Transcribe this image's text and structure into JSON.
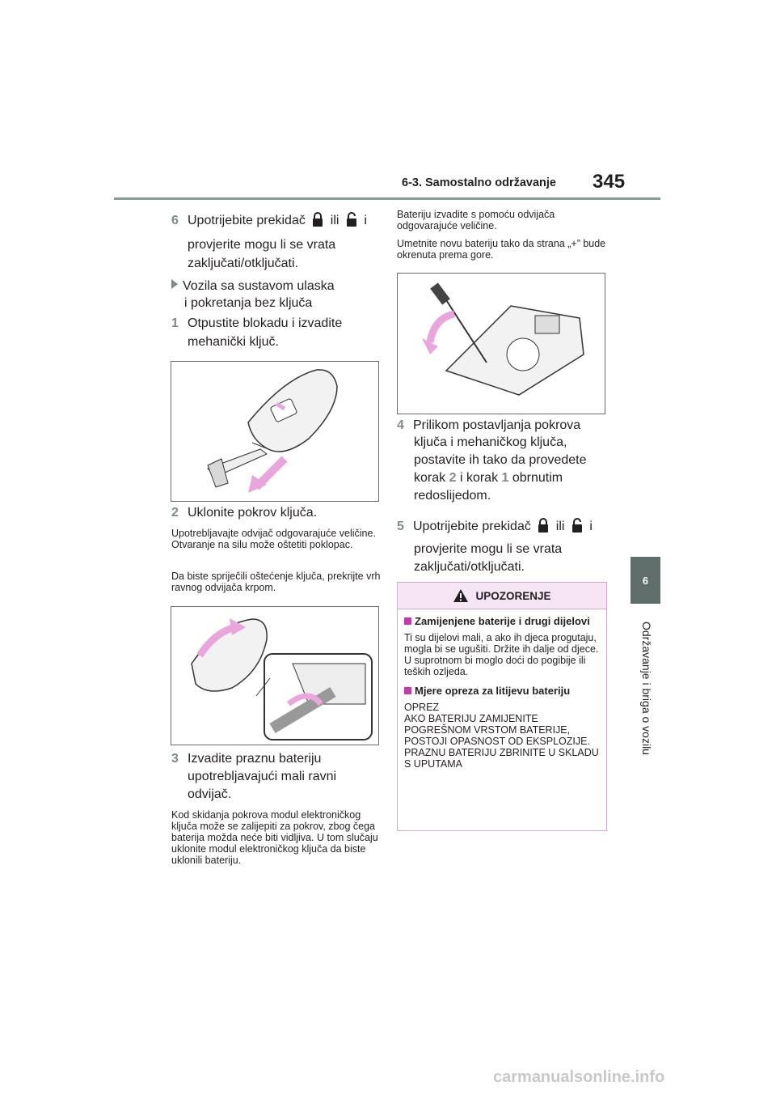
{
  "header": {
    "section": "6-3. Samostalno održavanje",
    "page_number": "345"
  },
  "side_tab": {
    "number": "6",
    "label": "Održavanje i briga o vozilu"
  },
  "left": {
    "step6": {
      "num": "6",
      "line1_a": "Upotrijebite prekidač",
      "line1_b": "ili",
      "line1_c": "i",
      "line2": "provjerite mogu li se vrata",
      "line3": "zaključati/otključati."
    },
    "subheading": {
      "line1": "Vozila sa sustavom ulaska",
      "line2": "i pokretanja bez ključa"
    },
    "step1": {
      "num": "1",
      "line1": "Otpustite blokadu i izvadite",
      "line2": "mehanički ključ."
    },
    "step2": {
      "num": "2",
      "line1": "Uklonite pokrov ključa."
    },
    "note2a": "Upotrebljavajte odvijač odgovarajuće veličine. Otvaranje na silu može oštetiti poklopac.",
    "note2b": "Da biste spriječili oštećenje ključa, prekrijte vrh ravnog odvijača krpom.",
    "step3": {
      "num": "3",
      "line1": "Izvadite praznu bateriju",
      "line2": "upotrebljavajući mali ravni",
      "line3": "odvijač."
    },
    "note3": "Kod skidanja pokrova modul elektroničkog ključa može se zalijepiti za pokrov, zbog čega baterija možda neće biti vidljiva. U tom slučaju uklonite modul elektroničkog ključa da biste uklonili bateriju."
  },
  "right": {
    "note_a": "Bateriju izvadite s pomoću odvijača odgovarajuće veličine.",
    "note_b": "Umetnite novu bateriju tako da strana „+” bude okrenuta prema gore.",
    "step4": {
      "num": "4",
      "line1": "Prilikom postavljanja pokrova",
      "line2": "ključa i mehaničkog ključa,",
      "line3": "postavite ih tako da provedete",
      "line4_a": "korak",
      "line4_n2": "2",
      "line4_b": "i korak",
      "line4_n1": "1",
      "line4_c": "obrnutim",
      "line5": "redoslijedom."
    },
    "step5": {
      "num": "5",
      "line1_a": "Upotrijebite prekidač",
      "line1_b": "ili",
      "line1_c": "i",
      "line2": "provjerite mogu li se vrata",
      "line3": "zaključati/otključati."
    },
    "warning": {
      "title": "UPOZORENJE",
      "h1": "Zamijenjene baterije i drugi dijelovi",
      "p1": "Ti su dijelovi mali, a ako ih djeca progutaju, mogla bi se ugušiti. Držite ih dalje od djece. U suprotnom bi moglo doći do pogibije ili teških ozljeda.",
      "h2": "Mjere opreza za litijevu bateriju",
      "p2": "OPREZ\nAKO BATERIJU ZAMIJENITE POGREŠNOM VRSTOM BATERIJE, POSTOJI OPASNOST OD EKSPLOZIJE.\nPRAZNU BATERIJU ZBRINITE U SKLADU S UPUTAMA"
    }
  },
  "watermark": "carmanualsonline.info",
  "colors": {
    "accent_grey": "#7f8b8a",
    "warning_pink": "#f6e5f4",
    "arrow_pink": "#e8a6dc"
  }
}
